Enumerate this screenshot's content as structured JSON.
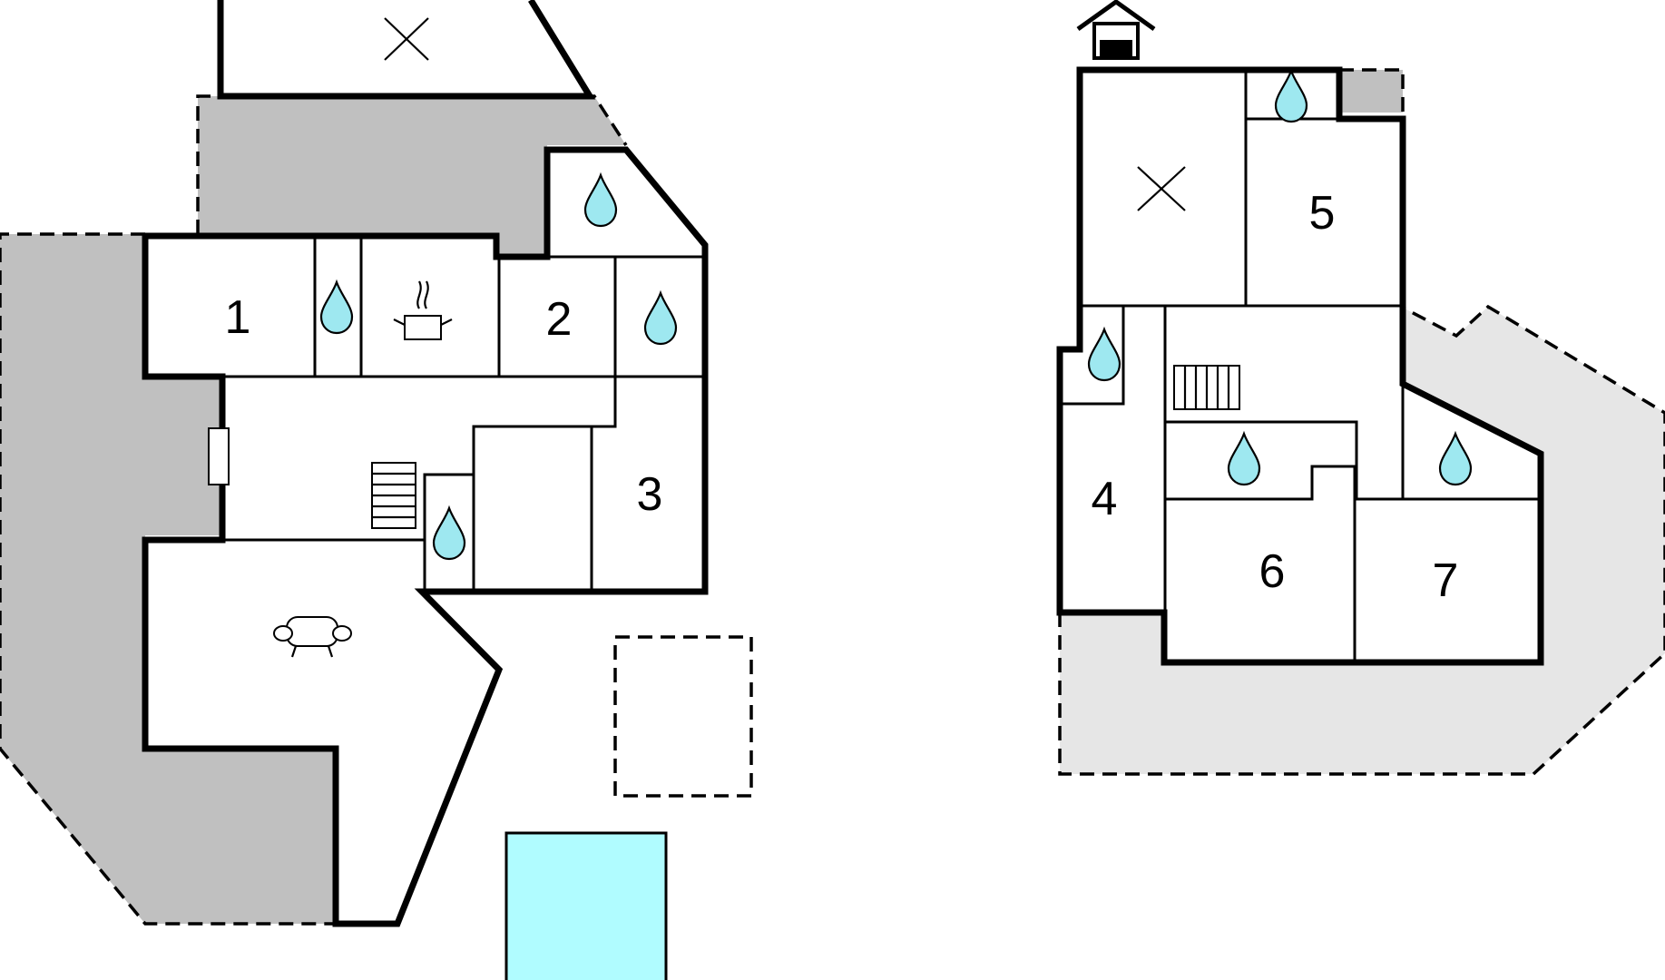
{
  "colors": {
    "wall": "#000000",
    "terrace": "#c0c0c0",
    "terrace_light": "#e6e6e6",
    "pool": "#b0fcff",
    "water_icon": "#9ee8f0",
    "background": "#ffffff"
  },
  "floors": [
    {
      "id": "ground-floor",
      "rooms": [
        {
          "label": "1"
        },
        {
          "label": "2"
        },
        {
          "label": "3"
        }
      ],
      "icons": [
        "bathroom-drop-icon",
        "kitchen-pot-icon",
        "living-sofa-icon",
        "stairs-icon",
        "fireplace-icon",
        "x-mark-icon",
        "pool"
      ]
    },
    {
      "id": "upper-floor",
      "rooms": [
        {
          "label": "4"
        },
        {
          "label": "5"
        },
        {
          "label": "6"
        },
        {
          "label": "7"
        }
      ],
      "icons": [
        "bathroom-drop-icon",
        "stairs-icon",
        "x-mark-icon",
        "house-icon"
      ]
    }
  ]
}
